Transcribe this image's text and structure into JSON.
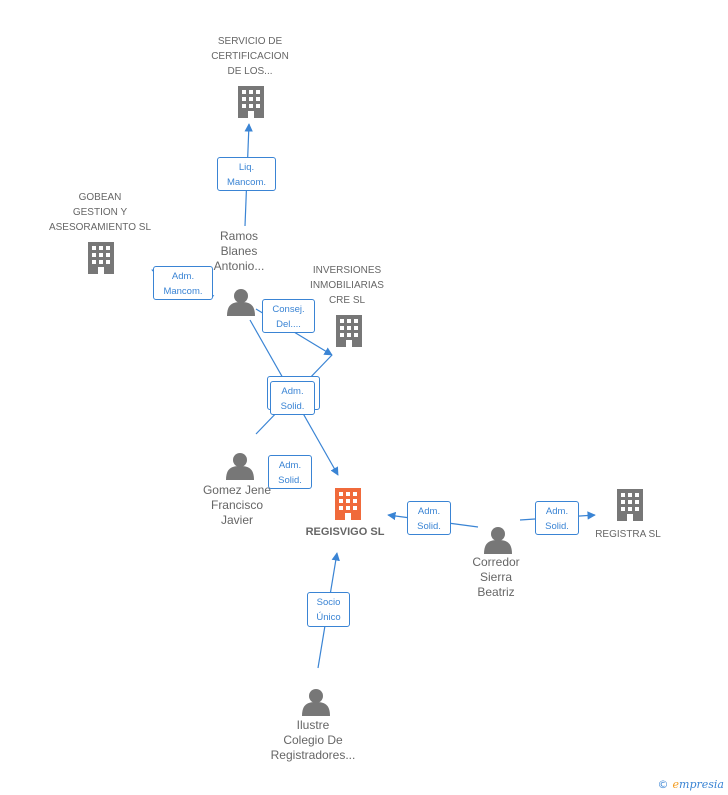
{
  "nodes": {
    "servicio": {
      "lines": [
        "SERVICIO DE",
        "CERTIFICACION",
        "DE LOS..."
      ]
    },
    "gobean": {
      "lines": [
        "GOBEAN",
        "GESTION Y",
        "ASESORAMIENTO SL"
      ]
    },
    "inversiones": {
      "lines": [
        "INVERSIONES",
        "INMOBILIARIAS",
        "CRE SL"
      ]
    },
    "registra": {
      "lines": [
        "REGISTRA SL"
      ]
    },
    "regisvigo": {
      "lines": [
        "REGISVIGO SL"
      ]
    },
    "ramos": {
      "lines": [
        "Ramos",
        "Blanes",
        "Antonio..."
      ]
    },
    "gomez": {
      "lines": [
        "Gomez Jene",
        "Francisco",
        "Javier"
      ]
    },
    "corredor": {
      "lines": [
        "Corredor",
        "Sierra",
        "Beatriz"
      ]
    },
    "ilustre": {
      "lines": [
        "Ilustre",
        "Colegio De",
        "Registradores..."
      ]
    }
  },
  "relations": {
    "liq_mancom": [
      "Liq.",
      "Mancom."
    ],
    "adm_mancom": [
      "Adm.",
      "Mancom."
    ],
    "consej_del": [
      "Consej.",
      "Del...."
    ],
    "adm_solid_1": [
      "Adm.",
      "Solid."
    ],
    "adm_solid_2": [
      "Adm.",
      "Solid."
    ],
    "adm_solid_3": [
      "Adm.",
      "Solid."
    ],
    "adm_solid_4": [
      "Adm.",
      "Solid."
    ],
    "socio_unico": [
      "Socio",
      "Único"
    ]
  },
  "watermark": {
    "copyright": "©",
    "e": "e",
    "rest": "mpresia"
  },
  "colors": {
    "line": "#3a84d4",
    "building": "#777777",
    "center": "#f06a3b",
    "person": "#777777"
  }
}
